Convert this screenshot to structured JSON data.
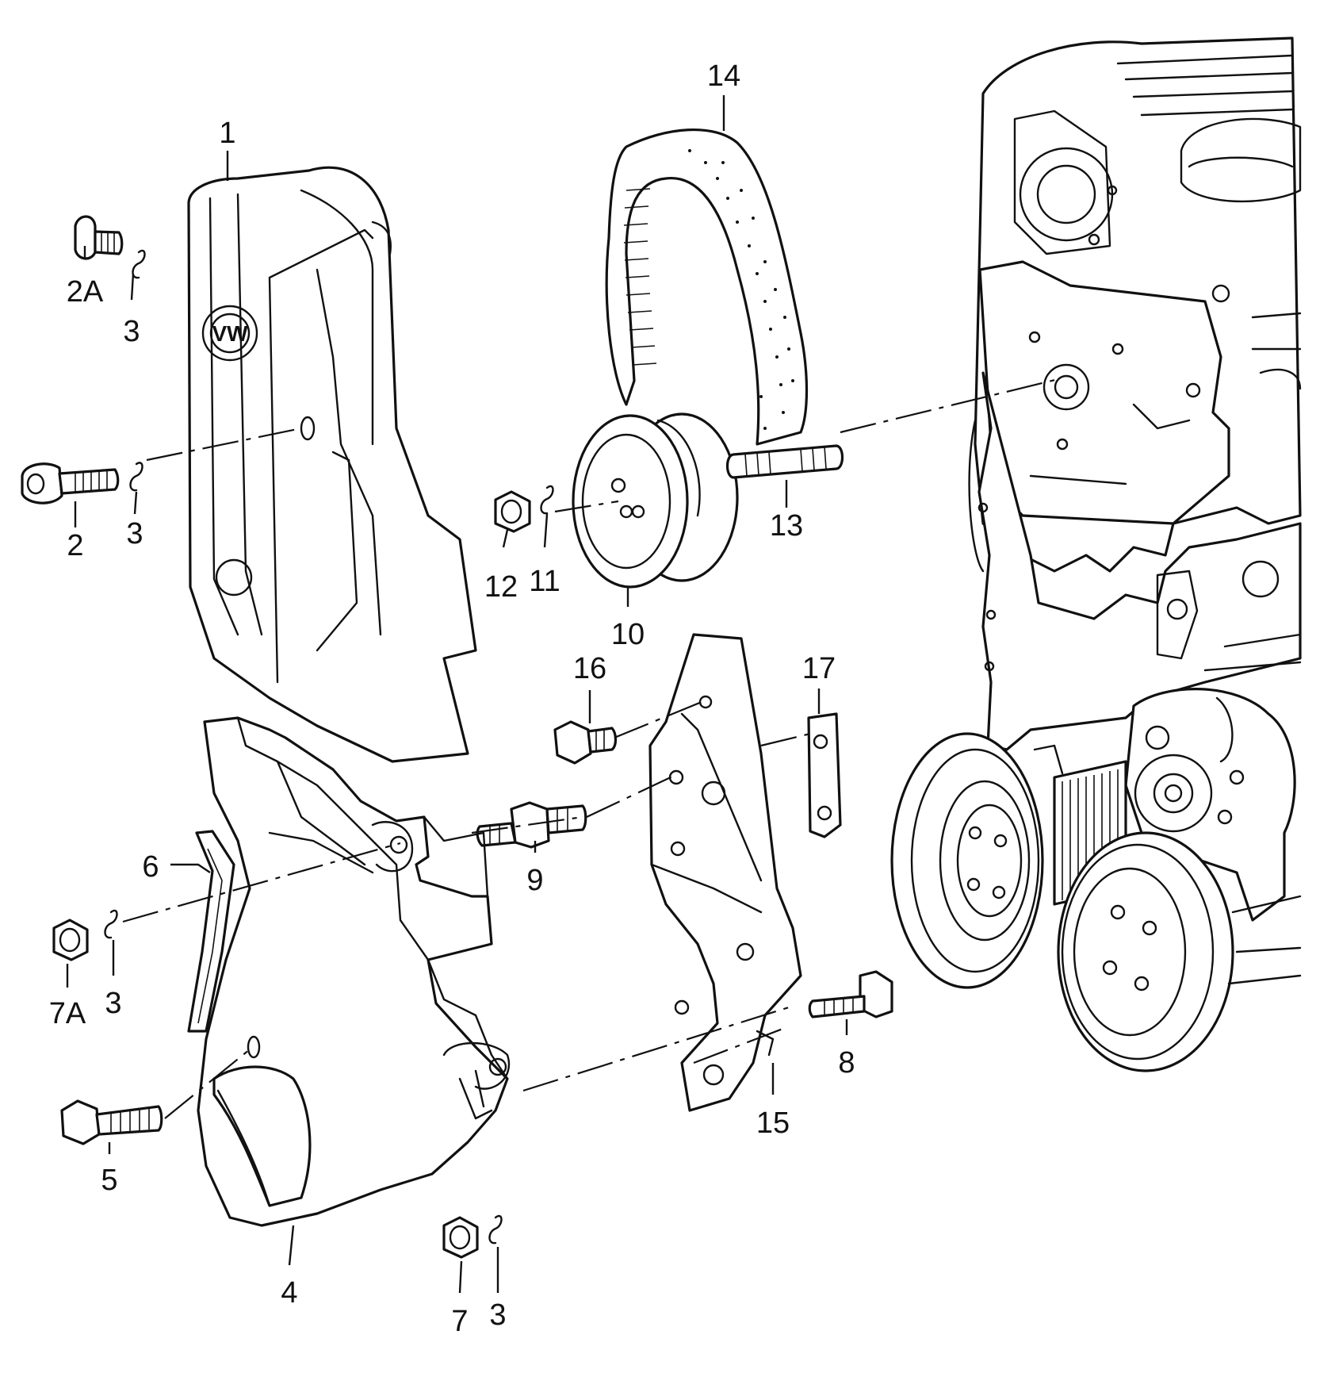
{
  "callouts": {
    "c1": "1",
    "c2A": "2A",
    "c3a": "3",
    "c2": "2",
    "c3b": "3",
    "c14": "14",
    "c12": "12",
    "c11": "11",
    "c10": "10",
    "c13": "13",
    "c16": "16",
    "c17": "17",
    "c6": "6",
    "c9": "9",
    "c7A": "7A",
    "c3c": "3",
    "c8": "8",
    "c15": "15",
    "c5": "5",
    "c4": "4",
    "c7": "7",
    "c3d": "3"
  },
  "logo": "VW"
}
